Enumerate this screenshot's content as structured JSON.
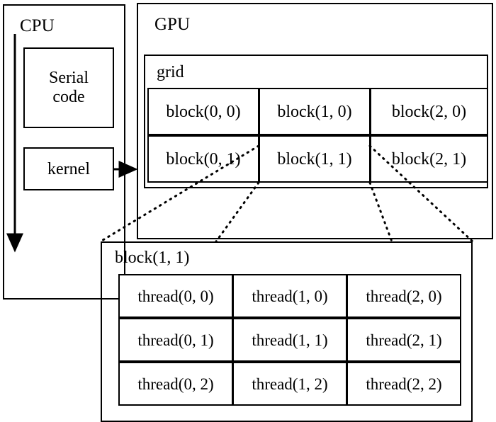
{
  "diagram": {
    "title": "CUDA CPU/GPU thread hierarchy",
    "stroke_color": "#000000",
    "background_color": "#ffffff"
  },
  "cpu": {
    "label": "CPU",
    "serial_code_label": "Serial\ncode",
    "serial_code_line1": "Serial",
    "serial_code_line2": "code",
    "kernel_label": "kernel",
    "flow_arrow_name": "execution-flow-arrow"
  },
  "gpu": {
    "label": "GPU",
    "grid": {
      "label": "grid",
      "rows": [
        [
          "block(0, 0)",
          "block(1, 0)",
          "block(2, 0)"
        ],
        [
          "block(0, 1)",
          "block(1, 1)",
          "block(2, 1)"
        ]
      ]
    }
  },
  "block_detail": {
    "label": "block(1, 1)",
    "rows": [
      [
        "thread(0, 0)",
        "thread(1, 0)",
        "thread(2, 0)"
      ],
      [
        "thread(0, 1)",
        "thread(1, 1)",
        "thread(2, 1)"
      ],
      [
        "thread(0, 2)",
        "thread(1, 2)",
        "thread(2, 2)"
      ]
    ]
  },
  "connectors": {
    "kernel_to_gpu": "kernel-to-gpu-arrow",
    "zoom_lines": [
      "block-zoom-line-left",
      "block-zoom-line-right"
    ]
  }
}
